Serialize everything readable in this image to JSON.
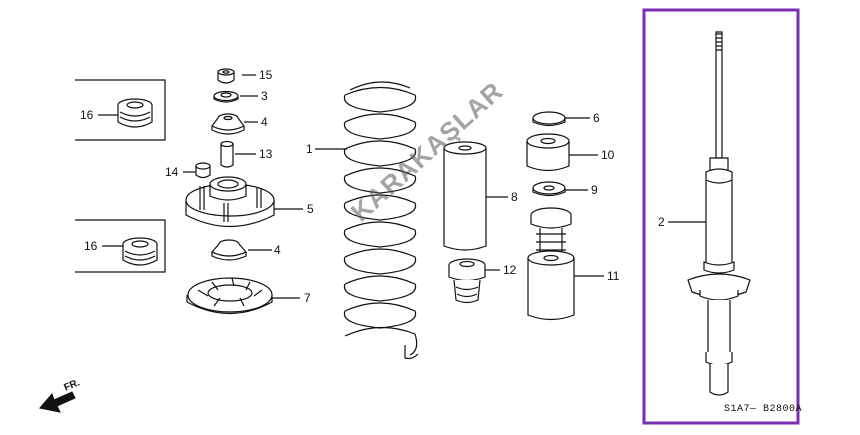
{
  "diagram": {
    "callouts": [
      {
        "id": "c1",
        "label": "1"
      },
      {
        "id": "c2",
        "label": "2"
      },
      {
        "id": "c3",
        "label": "3"
      },
      {
        "id": "c4a",
        "label": "4"
      },
      {
        "id": "c4b",
        "label": "4"
      },
      {
        "id": "c5",
        "label": "5"
      },
      {
        "id": "c6",
        "label": "6"
      },
      {
        "id": "c7",
        "label": "7"
      },
      {
        "id": "c8",
        "label": "8"
      },
      {
        "id": "c9",
        "label": "9"
      },
      {
        "id": "c10",
        "label": "10"
      },
      {
        "id": "c11",
        "label": "11"
      },
      {
        "id": "c12",
        "label": "12"
      },
      {
        "id": "c13",
        "label": "13"
      },
      {
        "id": "c14",
        "label": "14"
      },
      {
        "id": "c15",
        "label": "15"
      },
      {
        "id": "c16a",
        "label": "16"
      },
      {
        "id": "c16b",
        "label": "16"
      }
    ],
    "drawing_code": "S1A7— B2800A",
    "watermark": "KARAKAŞLAR",
    "direction_label": "FR.",
    "highlight_color": "#7a2fb0"
  }
}
